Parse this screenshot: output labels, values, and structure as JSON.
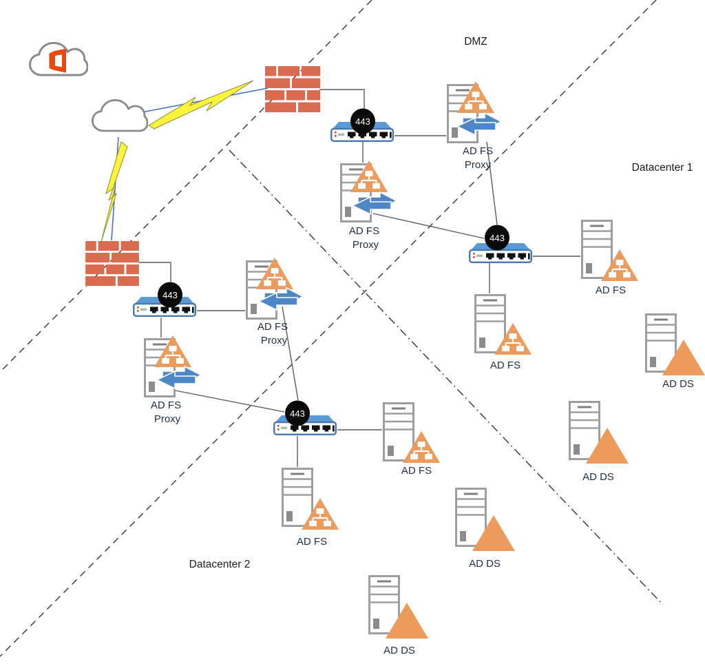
{
  "zones": {
    "dmz": {
      "label": "DMZ"
    },
    "datacenter1": {
      "label": "Datacenter 1"
    },
    "datacenter2": {
      "label": "Datacenter 2"
    }
  },
  "load_balancers": [
    {
      "port": "443"
    },
    {
      "port": "443"
    },
    {
      "port": "443"
    },
    {
      "port": "443"
    }
  ],
  "proxies": [
    {
      "line1": "AD FS",
      "line2": "Proxy"
    },
    {
      "line1": "AD FS",
      "line2": "Proxy"
    },
    {
      "line1": "AD FS",
      "line2": "Proxy"
    },
    {
      "line1": "AD FS",
      "line2": "Proxy"
    }
  ],
  "adfs_servers": [
    {
      "label": "AD FS"
    },
    {
      "label": "AD FS"
    },
    {
      "label": "AD FS"
    },
    {
      "label": "AD FS"
    }
  ],
  "adds_servers": [
    {
      "label": "AD DS"
    },
    {
      "label": "AD DS"
    },
    {
      "label": "AD DS"
    },
    {
      "label": "AD DS"
    }
  ],
  "icons": {
    "office365": "office-365-logo-in-cloud",
    "internet": "cloud",
    "firewall": "brick-wall",
    "lightning": "lightning-bolt",
    "load_balancer": "network-switch-with-ports",
    "server": "server-tower",
    "adfs_role": "orange-triangle-with-org-chart",
    "adds_role": "solid-orange-triangle",
    "proxy_role": "blue-sync-arrows",
    "port_badge": "black-circle-443"
  },
  "colors": {
    "brick": "#D96C50",
    "triangle_orange": "#EC9B5D",
    "switch_blue": "#5B9BD5",
    "switch_border": "#4779AE",
    "arrow_blue": "#4E87C5",
    "bolt_yellow": "#FCF33B",
    "badge_black": "#0a0a0a",
    "office_orange": "#E8490F",
    "connector_gray": "#5a5a5a",
    "connector_blue": "#4472C4",
    "cloud_gray": "#8a8a8a",
    "text": "#1b1b1b"
  }
}
